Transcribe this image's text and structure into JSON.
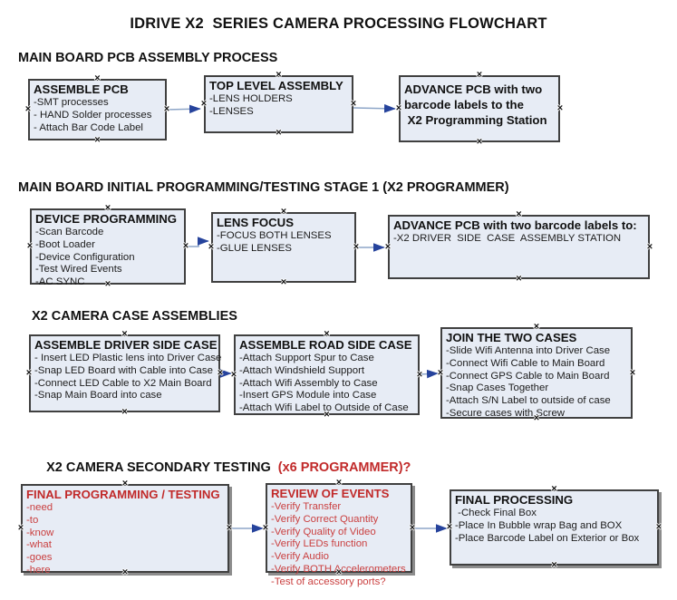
{
  "title": "IDRIVE X2  SERIES CAMERA PROCESSING FLOWCHART",
  "sections": {
    "s1": {
      "heading": "MAIN BOARD PCB ASSEMBLY PROCESS"
    },
    "s2": {
      "heading": "MAIN BOARD INITIAL PROGRAMMING/TESTING STAGE 1 (X2 PROGRAMMER)"
    },
    "s3": {
      "heading": "X2 CAMERA CASE ASSEMBLIES"
    },
    "s4": {
      "heading_black": "X2 CAMERA SECONDARY TESTING ",
      "heading_red": " (x6 PROGRAMMER)?"
    }
  },
  "boxes": {
    "assemble_pcb": {
      "title": "ASSEMBLE PCB",
      "items": [
        "-SMT processes",
        "- HAND Solder processes",
        "- Attach Bar Code Label"
      ]
    },
    "top_level_assembly": {
      "title": "TOP LEVEL ASSEMBLY",
      "items": [
        "-LENS HOLDERS",
        "-LENSES"
      ]
    },
    "advance_pcb_programming": {
      "title_lines": [
        "ADVANCE PCB with two",
        "barcode labels to the",
        " X2 Programming Station"
      ]
    },
    "device_programming": {
      "title": "DEVICE PROGRAMMING",
      "items": [
        "-Scan Barcode",
        "-Boot Loader",
        "-Device Configuration",
        "-Test Wired Events",
        "-AC SYNC"
      ]
    },
    "lens_focus": {
      "title": "LENS FOCUS",
      "items": [
        "-FOCUS BOTH LENSES",
        "-GLUE LENSES"
      ]
    },
    "advance_pcb_case": {
      "title": "ADVANCE PCB with two barcode labels to:",
      "items": [
        "-X2 DRIVER  SIDE  CASE  ASSEMBLY STATION"
      ]
    },
    "assemble_driver_side": {
      "title": "ASSEMBLE DRIVER SIDE CASE",
      "items": [
        "- Insert LED Plastic lens into Driver Case",
        "-Snap LED Board with Cable into Case",
        "-Connect LED Cable to X2 Main Board",
        "-Snap Main Board into case"
      ]
    },
    "assemble_road_side": {
      "title": "ASSEMBLE ROAD SIDE CASE",
      "items": [
        "-Attach Support Spur to Case",
        "-Attach Windshield Support",
        "-Attach Wifi Assembly to Case",
        "-Insert GPS Module into Case",
        "-Attach Wifi Label to Outside of Case"
      ]
    },
    "join_two_cases": {
      "title": "JOIN THE TWO CASES",
      "items": [
        "-Slide Wifi Antenna into Driver Case",
        "-Connect Wifi Cable to Main Board",
        "-Connect GPS Cable to Main Board",
        "-Snap Cases Together",
        "-Attach S/N Label to outside of case",
        "-Secure cases with Screw"
      ]
    },
    "final_programming": {
      "title": "FINAL PROGRAMMING / TESTING",
      "items": [
        "-need",
        "-to",
        "-know",
        "-what",
        "-goes",
        "-here"
      ]
    },
    "review_of_events": {
      "title": "REVIEW OF EVENTS",
      "items": [
        "-Verify Transfer",
        "-Verify Correct Quantity",
        "-Verify Quality of Video",
        "-Verify LEDs function",
        "-Verify Audio",
        "-Verify BOTH Accelerometers",
        "-Test of accessory ports?"
      ]
    },
    "final_processing": {
      "title": "FINAL PROCESSING",
      "items": [
        " -Check Final Box",
        "-Place In Bubble wrap Bag and BOX",
        "-Place Barcode Label on Exterior or Box"
      ]
    }
  },
  "colors": {
    "box_fill": "#e7ecf5",
    "box_border": "#404040",
    "box_shadow": "#8c8c8c",
    "red_heading": "#c12a2a",
    "red_item": "#ca4040",
    "connector_line": "#8ea6c8",
    "connector_arrow": "#26439c"
  }
}
